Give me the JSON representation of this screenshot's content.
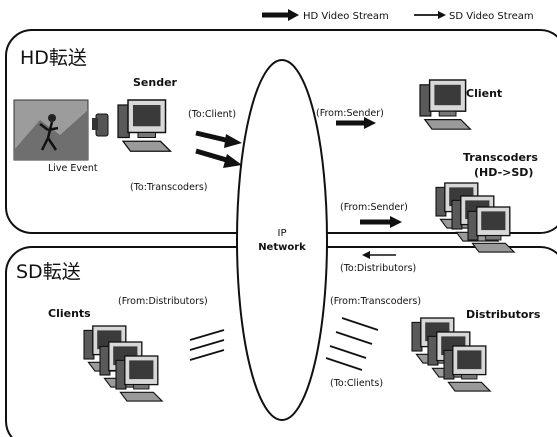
{
  "legend": {
    "hd_label": "HD Video Stream",
    "sd_label": "SD Video Stream"
  },
  "hd_section": {
    "title": "HD転送",
    "sender_label": "Sender",
    "live_event_label": "Live Event",
    "to_client_label": "(To:Client)",
    "to_transcoders_label": "(To:Transcoders)",
    "from_sender_top_label": "(From:Sender)",
    "client_label": "Client",
    "transcoders_label": "Transcoders",
    "transcoders_sub_label": "(HD->SD)",
    "from_sender_bottom_label": "(From:Sender)",
    "to_distributors_label": "(To:Distributors)"
  },
  "network": {
    "line1": "IP",
    "line2": "Network"
  },
  "sd_section": {
    "title": "SD転送",
    "clients_label": "Clients",
    "from_distributors_label": "(From:Distributors)",
    "from_transcoders_label": "(From:Transcoders)",
    "distributors_label": "Distributors",
    "to_clients_label": "(To:Clients)"
  }
}
